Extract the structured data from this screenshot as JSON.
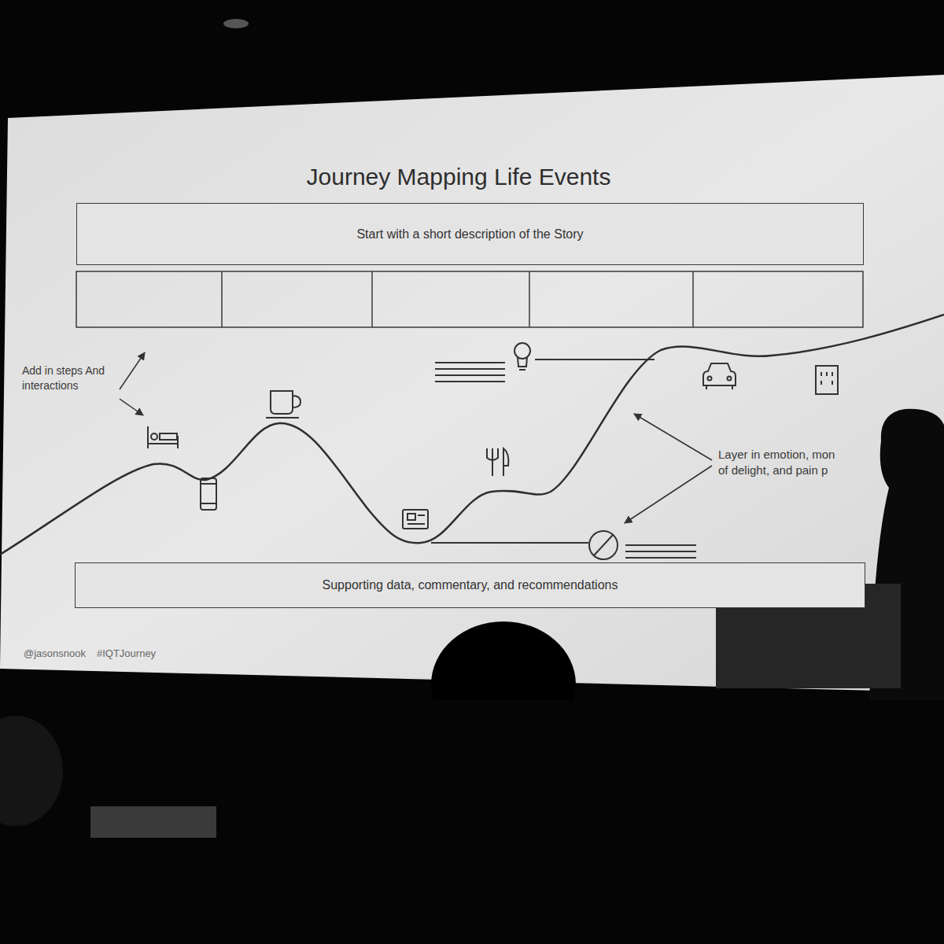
{
  "diagram": {
    "title": "Journey Mapping Life Events",
    "nodes": [
      {
        "text": [
          "Start with a short description of the Story"
        ]
      },
      {
        "text": [
          "Supporting data, commentary, and recommendations"
        ]
      }
    ],
    "labels": [
      "Add in steps And interactions",
      "Layer in emotion, mon of delight, and pain p",
      "@jasonsnook",
      "#IQTJourney"
    ]
  }
}
